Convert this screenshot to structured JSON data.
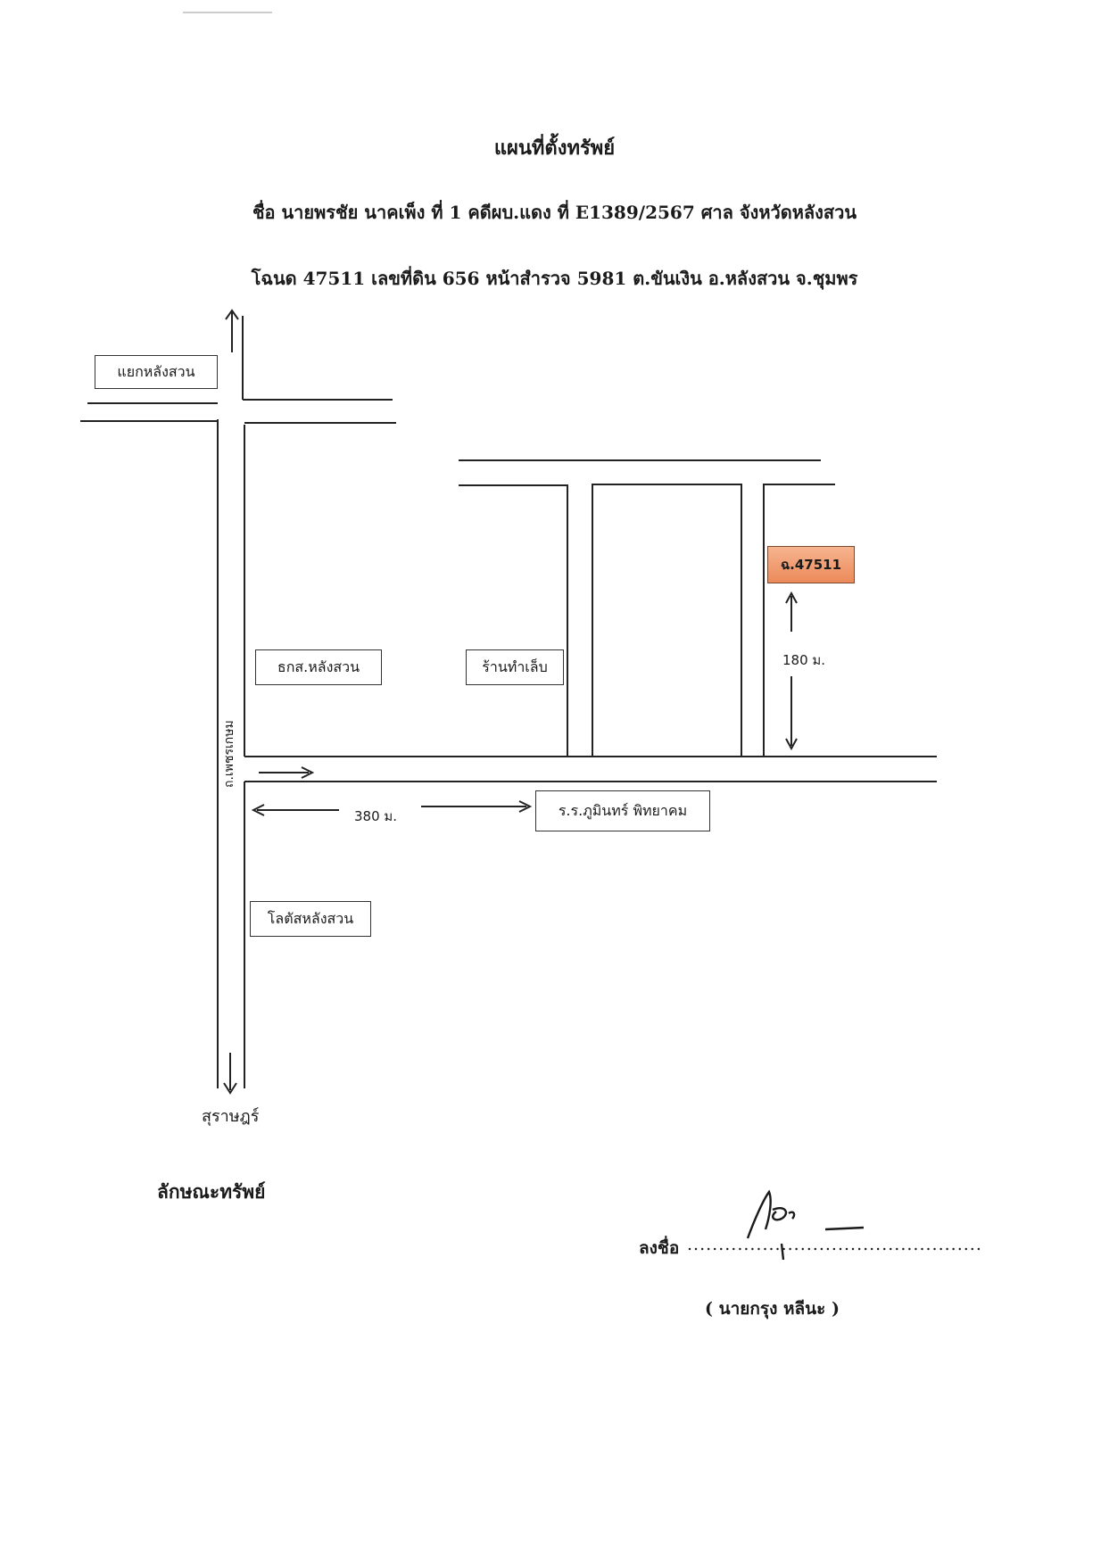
{
  "document": {
    "title": "แผนที่ตั้งทรัพย์",
    "name_line": {
      "name_label": "ชื่อ",
      "name_value": "นายพรชัย  นาคเพ็ง ที่ 1  คดีผบ.แดง ที่ E1389/2567 ศาล จังหวัดหลังสวน"
    },
    "deed_line": {
      "deed_label": "โฉนด 47511",
      "deed_value": "เลขที่ดิน 656 หน้าสำรวจ 5981 ต.ขันเงิน อ.หลังสวน จ.ชุมพร"
    }
  },
  "map": {
    "landmarks": {
      "junction": "แยกหลังสวน",
      "bank": "ธกส.หลังสวน",
      "nail_shop": "ร้านทำเล็บ",
      "school": "ร.ร.ภูมินทร์ พิทยาคม",
      "lotus": "โลตัสหลังสวน"
    },
    "deed_marker": "ฉ.47511",
    "distances": {
      "to_plot": "180 ม.",
      "to_school": "380 ม."
    },
    "road_name": "ถ.เพชรเกษม",
    "destination_south": "สุราษฎร์"
  },
  "footer": {
    "characteristics_label": "ลักษณะทรัพย์",
    "sign_label": "ลงชื่อ",
    "sign_dots": "...............................................",
    "signer_name": "(  นายกรุง หลีนะ  )"
  }
}
